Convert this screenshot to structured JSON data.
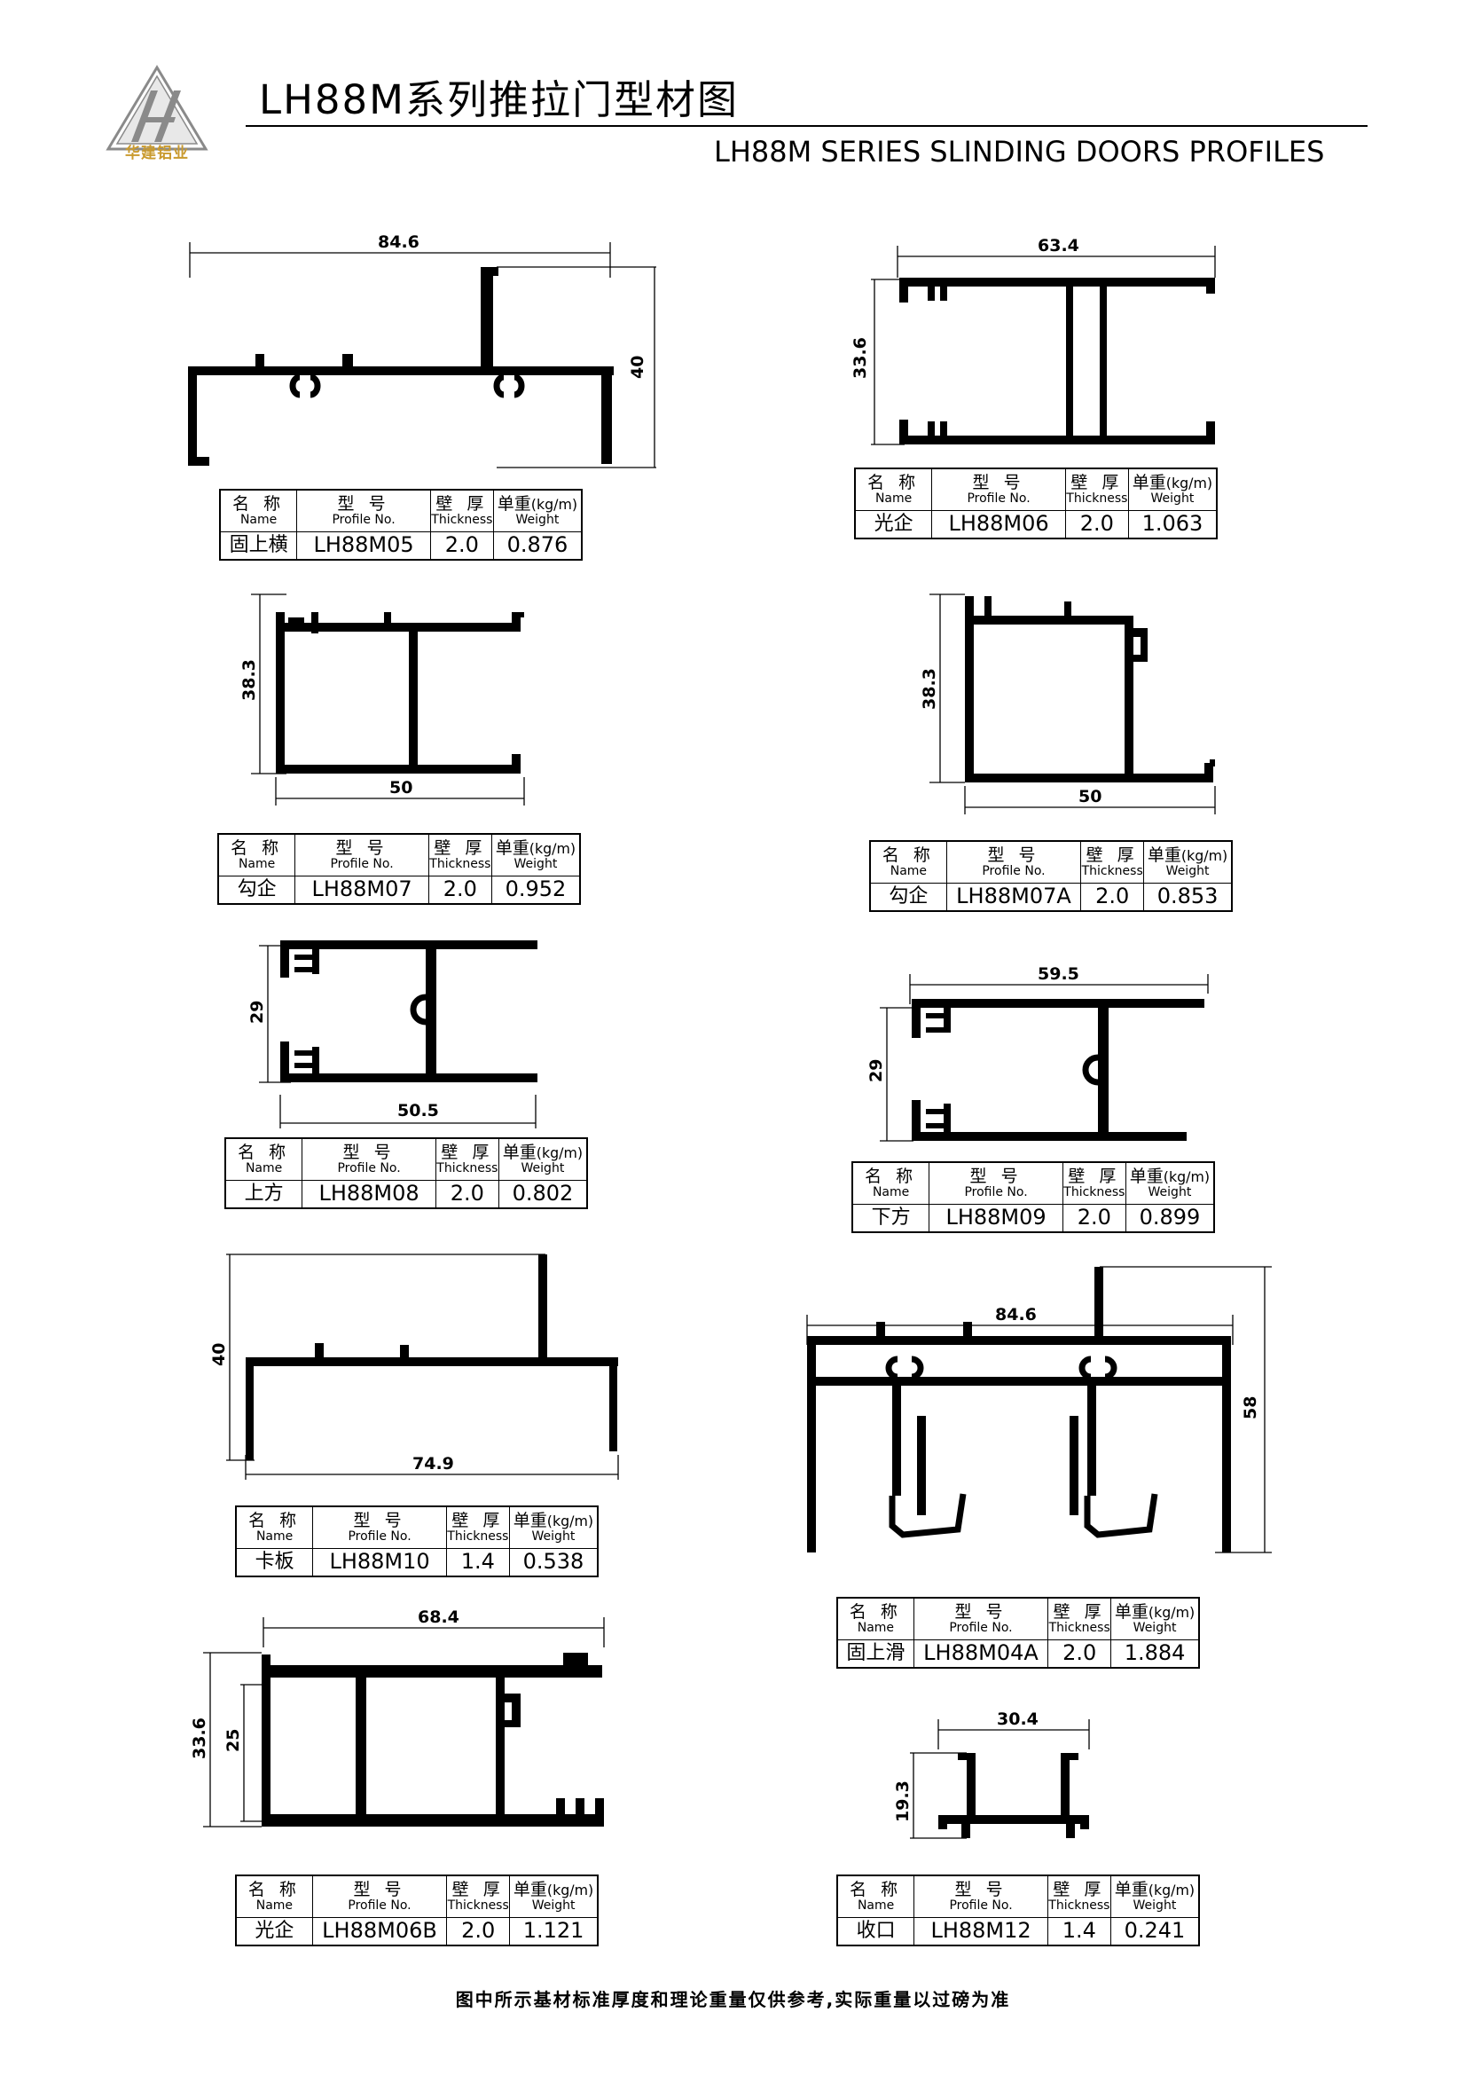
{
  "header": {
    "logo_text": "华建铝业",
    "title_cn": "LH88M系列推拉门型材图",
    "title_en": "LH88M  SERIES   SLINDING DOORS PROFILES"
  },
  "table_headers": {
    "name_cn": "名 称",
    "name_en": "Name",
    "profile_cn": "型 号",
    "profile_en": "Profile No.",
    "thickness_cn": "壁 厚",
    "thickness_en": "Thickness",
    "weight_cn": "单重",
    "weight_unit": "(kg/m)",
    "weight_en": "Weight"
  },
  "profiles": [
    {
      "name": "固上横",
      "profile_no": "LH88M05",
      "thickness": "2.0",
      "weight": "0.876",
      "dims": [
        "84.6",
        "40"
      ]
    },
    {
      "name": "光企",
      "profile_no": "LH88M06",
      "thickness": "2.0",
      "weight": "1.063",
      "dims": [
        "63.4",
        "33.6"
      ]
    },
    {
      "name": "勾企",
      "profile_no": "LH88M07",
      "thickness": "2.0",
      "weight": "0.952",
      "dims": [
        "50",
        "38.3"
      ]
    },
    {
      "name": "勾企",
      "profile_no": "LH88M07A",
      "thickness": "2.0",
      "weight": "0.853",
      "dims": [
        "50",
        "38.3"
      ]
    },
    {
      "name": "上方",
      "profile_no": "LH88M08",
      "thickness": "2.0",
      "weight": "0.802",
      "dims": [
        "50.5",
        "29"
      ]
    },
    {
      "name": "下方",
      "profile_no": "LH88M09",
      "thickness": "2.0",
      "weight": "0.899",
      "dims": [
        "59.5",
        "29"
      ]
    },
    {
      "name": "卡板",
      "profile_no": "LH88M10",
      "thickness": "1.4",
      "weight": "0.538",
      "dims": [
        "74.9",
        "40"
      ]
    },
    {
      "name": "固上滑",
      "profile_no": "LH88M04A",
      "thickness": "2.0",
      "weight": "1.884",
      "dims": [
        "84.6",
        "58"
      ]
    },
    {
      "name": "光企",
      "profile_no": "LH88M06B",
      "thickness": "2.0",
      "weight": "1.121",
      "dims": [
        "68.4",
        "33.6",
        "25"
      ]
    },
    {
      "name": "收口",
      "profile_no": "LH88M12",
      "thickness": "1.4",
      "weight": "0.241",
      "dims": [
        "30.4",
        "19.3"
      ]
    }
  ],
  "footer": "图中所示基材标准厚度和理论重量仅供参考,实际重量以过磅为准",
  "colors": {
    "ink": "#000000",
    "logo_gold": "#c99a2e",
    "logo_gray": "#8a8a8a"
  }
}
